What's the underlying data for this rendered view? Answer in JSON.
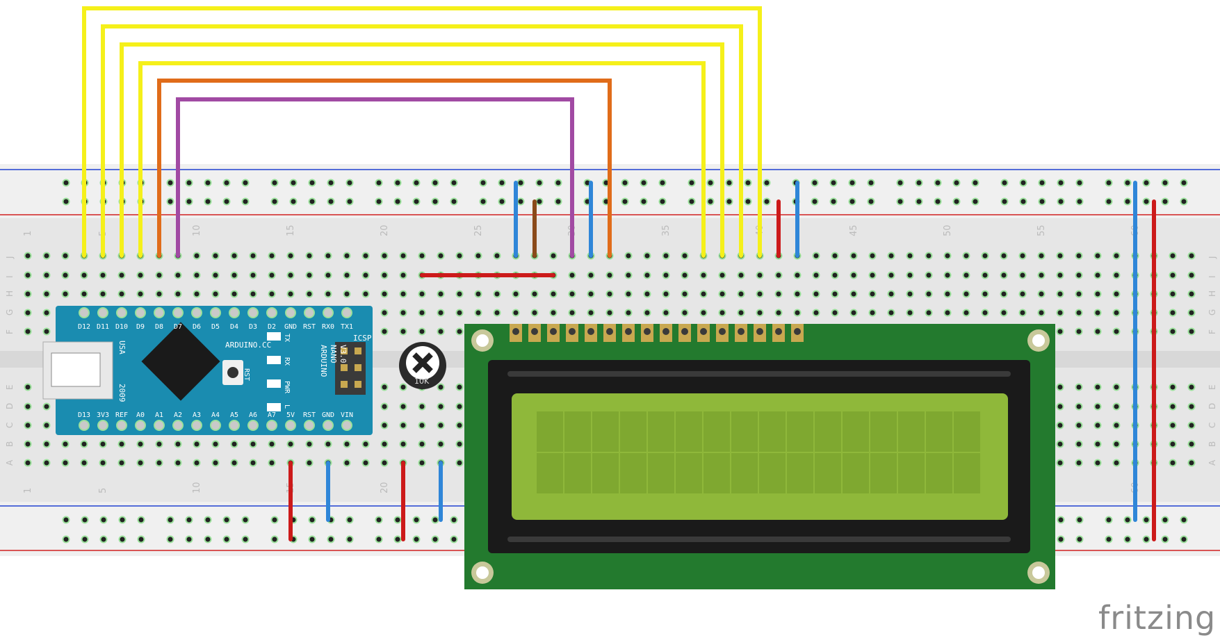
{
  "breadboard": {
    "columns": 63,
    "column_markers": [
      1,
      5,
      10,
      15,
      20,
      25,
      30,
      35,
      40,
      45,
      50,
      55,
      60
    ],
    "top_rows": [
      "J",
      "I",
      "H",
      "G",
      "F"
    ],
    "bottom_rows": [
      "E",
      "D",
      "C",
      "B",
      "A"
    ]
  },
  "arduino": {
    "top_pins": [
      "D12",
      "D11",
      "D10",
      "D9",
      "D8",
      "D7",
      "D6",
      "D5",
      "D4",
      "D3",
      "D2",
      "GND",
      "RST",
      "RX0",
      "TX1"
    ],
    "bottom_pins": [
      "D13",
      "3V3",
      "REF",
      "A0",
      "A1",
      "A2",
      "A3",
      "A4",
      "A5",
      "A6",
      "A7",
      "5V",
      "RST",
      "GND",
      "VIN"
    ],
    "brand": "ARDUINO.CC",
    "model_lines": [
      "ARDUINO",
      "NANO",
      "V3.0"
    ],
    "origin": "USA",
    "year": "2009",
    "icsp": "ICSP",
    "rst_label": "RST",
    "led_labels": [
      "TX",
      "RX",
      "PWR",
      "L"
    ]
  },
  "potentiometer": {
    "label": "10K"
  },
  "lcd": {
    "pins": 16,
    "rows": 2,
    "cols": 16
  },
  "logo": "fritzing",
  "colors": {
    "yellow": "#f5f01a",
    "orange": "#e06c1a",
    "purple": "#a14aa3",
    "red": "#cc1a1a",
    "blue": "#2f86d8",
    "brown": "#8a4a1a",
    "board": "#1a8cb0",
    "pcb": "#237a2e",
    "lcd": "#8fb83a"
  }
}
